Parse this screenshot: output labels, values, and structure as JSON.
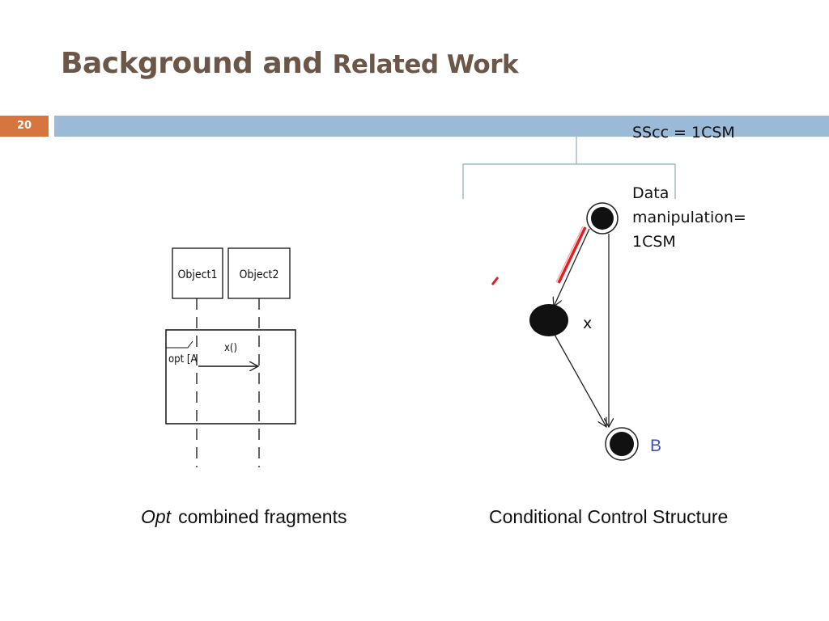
{
  "slide": {
    "title_part1": "Background and ",
    "title_part2": "Related Work",
    "number": "20"
  },
  "annotations": {
    "sscc": "SScc =  1CSM",
    "data_manipulation_line1": "Data",
    "data_manipulation_line2": "manipulation=",
    "data_manipulation_line3": "1CSM"
  },
  "sequence_diagram": {
    "object1": "Object1",
    "object2": "Object2",
    "guard": "opt [A",
    "message": "x()"
  },
  "control_flow": {
    "node_x_label": "x",
    "node_b_label": "B"
  },
  "captions": {
    "left_italic": "Opt",
    "left_rest": "combined fragments",
    "right": "Conditional Control Structure"
  },
  "colors": {
    "title": "#6b5647",
    "header_bar": "#9bbad8",
    "slide_number_bg": "#d6763e",
    "highlight_arrow": "#e02020",
    "node_b_label": "#3b4fbf"
  }
}
